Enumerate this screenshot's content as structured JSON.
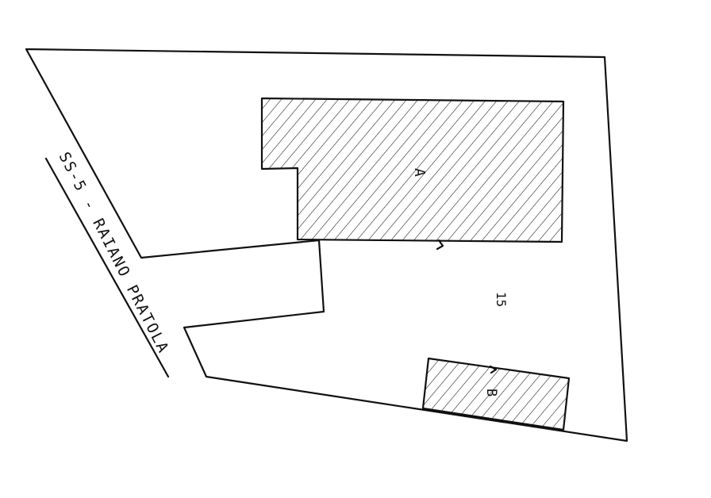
{
  "diagram": {
    "road_label": "SS-5 - RAIANO PRATOLA",
    "building_a": "A",
    "building_b": "B",
    "courtyard_label": "15",
    "colors": {
      "ink": "#111111",
      "background": "#ffffff"
    }
  }
}
